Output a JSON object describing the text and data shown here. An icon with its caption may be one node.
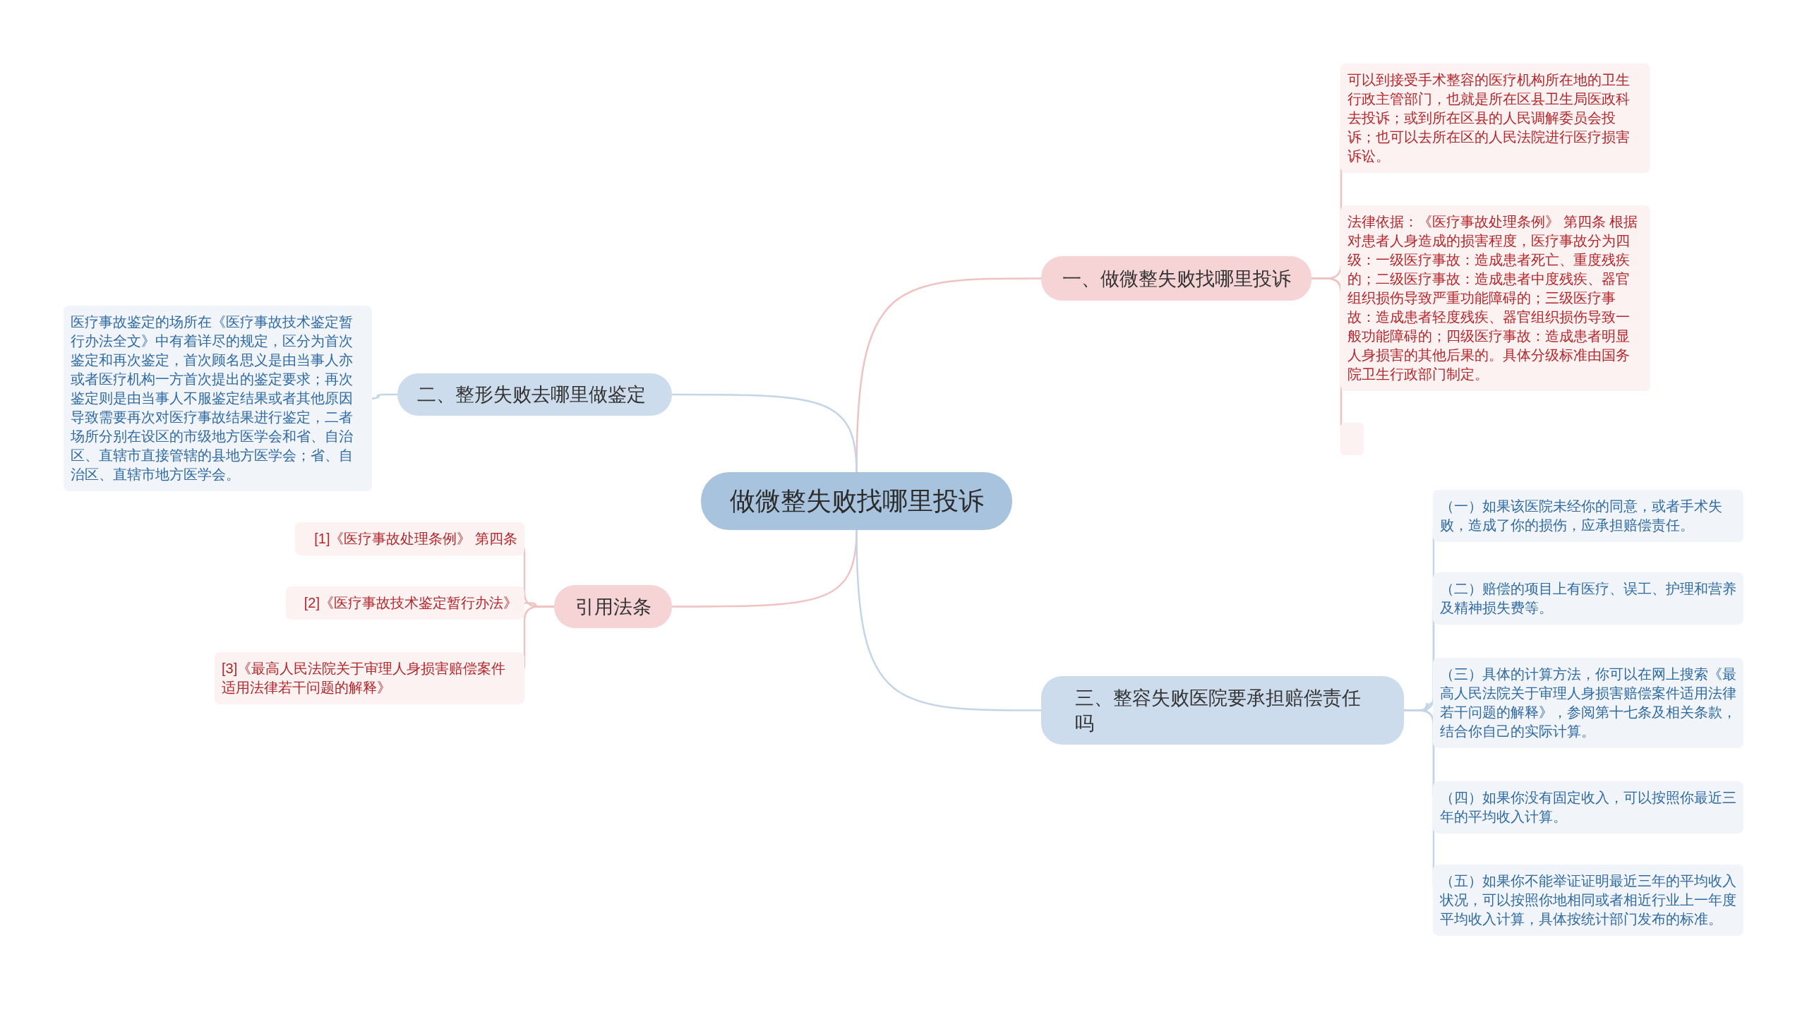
{
  "diagram": {
    "nodes": [
      {
        "text": [
          "做微整失败找哪里投诉"
        ]
      },
      {
        "text": [
          "一、做微整失败找哪里投诉"
        ]
      },
      {
        "text": [
          "可以到接受手术整容的医疗机构所在地的卫生行政主管部门，也就是所在区县卫生局医政科去投诉；或到所在区县的人民调解委员会投诉；也可以去所在区的人民法院进行医疗损害诉讼。"
        ]
      },
      {
        "text": [
          "法律依据：《医疗事故处理条例》 第四条 根据对患者人身造成的损害程度，医疗事故分为四级：一级医疗事故：造成患者死亡、重度残疾的；二级医疗事故：造成患者中度残疾、器官组织损伤导致严重功能障碍的；三级医疗事故：造成患者轻度残疾、器官组织损伤导致一般功能障碍的；四级医疗事故：造成患者明显人身损害的其他后果的。具体分级标准由国务院卫生行政部门制定。"
        ]
      },
      {
        "text": [],
        "shape": "box"
      },
      {
        "text": [
          "二、整形失败去哪里做鉴定"
        ]
      },
      {
        "text": [
          "医疗事故鉴定的场所在《医疗事故技术鉴定暂行办法全文》中有着详尽的规定，区分为首次鉴定和再次鉴定，首次顾名思义是由当事人亦或者医疗机构一方首次提出的鉴定要求；再次鉴定则是由当事人不服鉴定结果或者其他原因导致需要再次对医疗事故结果进行鉴定，二者场所分别在设区的市级地方医学会和省、自治区、直辖市直接管辖的县地方医学会；省、自治区、直辖市地方医学会。"
        ]
      },
      {
        "text": [
          "引用法条"
        ]
      },
      {
        "text": [
          "[1]《医疗事故处理条例》 第四条"
        ]
      },
      {
        "text": [
          "[2]《医疗事故技术鉴定暂行办法》"
        ]
      },
      {
        "text": [
          "[3]《最高人民法院关于审理人身损害赔偿案件适用法律若干问题的解释》"
        ]
      },
      {
        "text": [
          "三、整容失败医院要承担赔偿责任吗"
        ]
      },
      {
        "text": [
          "（一）如果该医院未经你的同意，或者手术失败，造成了你的损伤，应承担赔偿责任。"
        ]
      },
      {
        "text": [
          "（二）赔偿的项目上有医疗、误工、护理和营养及精神损失费等。"
        ]
      },
      {
        "text": [
          "（三）具体的计算方法，你可以在网上搜索《最高人民法院关于审理人身损害赔偿案件适用法律若干问题的解释》，参阅第十七条及相关条款，结合你自己的实际计算。"
        ]
      },
      {
        "text": [
          "（四）如果你没有固定收入，可以按照你最近三年的平均收入计算。"
        ]
      },
      {
        "text": [
          "（五）如果你不能举证证明最近三年的平均收入状况，可以按照你地相同或者相近行业上一年度平均收入计算，具体按统计部门发布的标准。"
        ]
      }
    ],
    "edges": [
      {
        "from": 0,
        "to": 1,
        "arrow": "none",
        "color": "#f0c2c2"
      },
      {
        "from": 1,
        "to": 2,
        "arrow": "none",
        "color": "#f0c2c2"
      },
      {
        "from": 1,
        "to": 3,
        "arrow": "none",
        "color": "#f0c2c2"
      },
      {
        "from": 1,
        "to": 4,
        "arrow": "none",
        "color": "#f0c2c2"
      },
      {
        "from": 0,
        "to": 5,
        "arrow": "none"
      },
      {
        "from": 5,
        "to": 6,
        "arrow": "none"
      },
      {
        "from": 0,
        "to": 7,
        "arrow": "none",
        "color": "#f0c2c2"
      },
      {
        "from": 7,
        "to": 8,
        "arrow": "none",
        "color": "#f0c2c2"
      },
      {
        "from": 7,
        "to": 9,
        "arrow": "none",
        "color": "#f0c2c2"
      },
      {
        "from": 7,
        "to": 10,
        "arrow": "none",
        "color": "#f0c2c2"
      },
      {
        "from": 0,
        "to": 11,
        "arrow": "none"
      },
      {
        "from": 11,
        "to": 12,
        "arrow": "none"
      },
      {
        "from": 11,
        "to": 13,
        "arrow": "none"
      },
      {
        "from": 11,
        "to": 14,
        "arrow": "none"
      },
      {
        "from": 11,
        "to": 15,
        "arrow": "none"
      },
      {
        "from": 11,
        "to": 16,
        "arrow": "none"
      }
    ]
  }
}
